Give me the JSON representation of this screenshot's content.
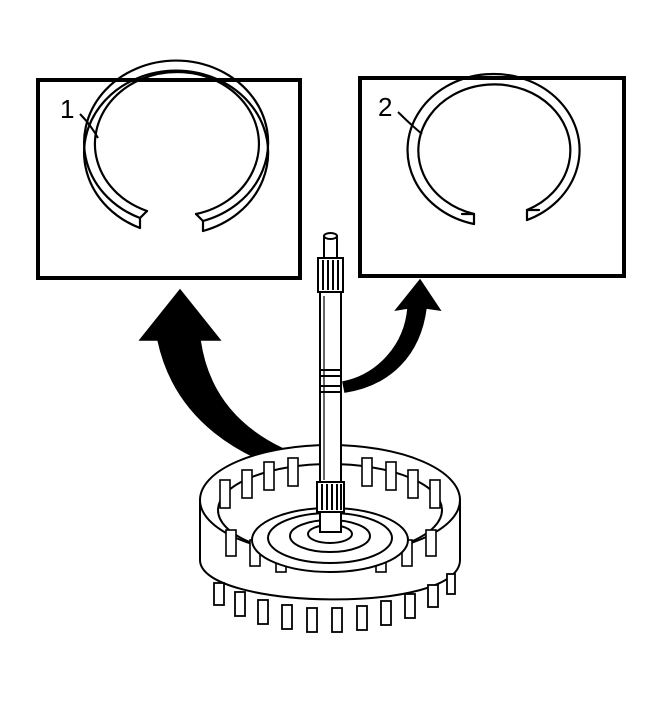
{
  "figure": {
    "callouts": [
      {
        "label": "1",
        "part": "snap-ring-flat"
      },
      {
        "label": "2",
        "part": "snap-ring-wire"
      }
    ],
    "colors": {
      "line": "#000000",
      "background": "#ffffff"
    }
  }
}
